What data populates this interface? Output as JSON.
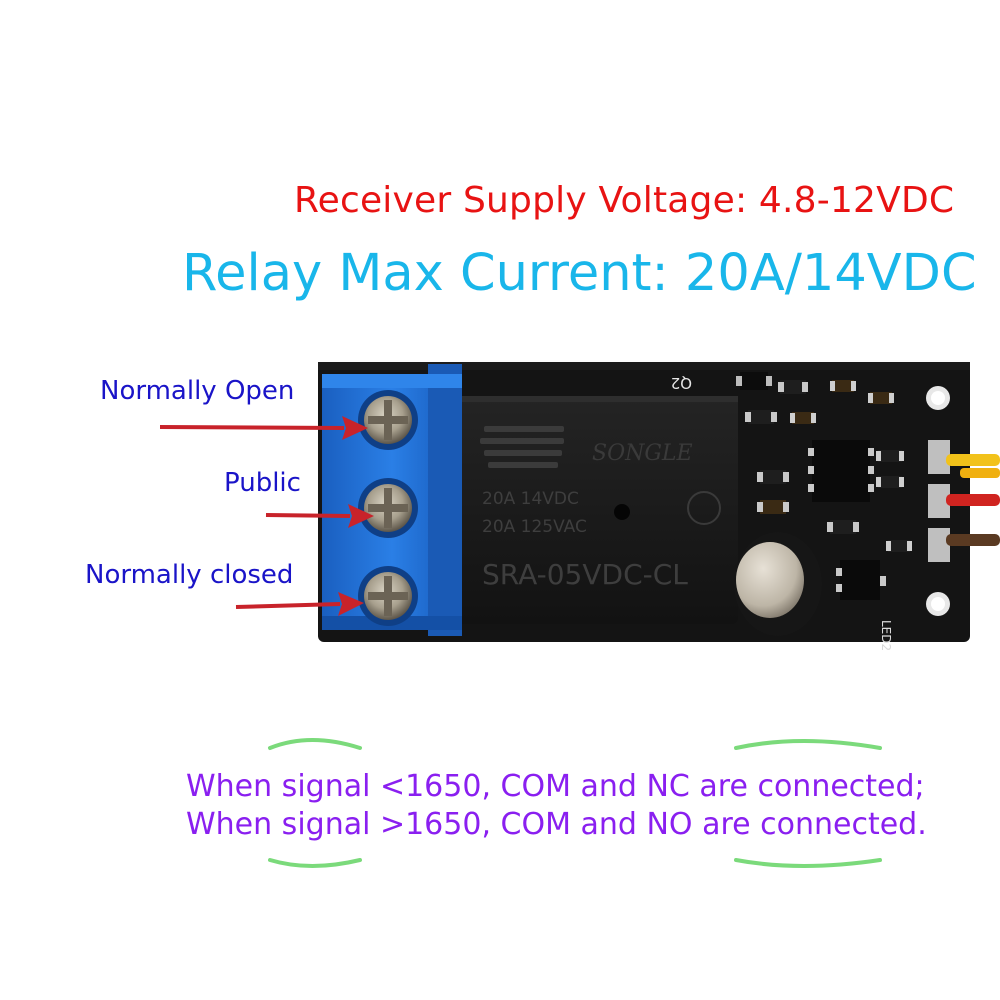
{
  "header": {
    "supply_voltage": "Receiver Supply Voltage: 4.8-12VDC",
    "max_current": "Relay Max Current: 20A/14VDC"
  },
  "terminals": {
    "normally_open": "Normally Open",
    "public": "Public",
    "normally_closed": "Normally closed"
  },
  "relay": {
    "brand": "SONGLE",
    "rating_dc": "20A 14VDC",
    "rating_ac": "20A 125VAC",
    "model": "SRA-05VDC-CL"
  },
  "board": {
    "label_q2": "Q2",
    "label_led": "LED2"
  },
  "notes": {
    "line1": "When signal <1650, COM and NC are connected;",
    "line2": "When signal >1650, COM and NO are connected."
  },
  "colors": {
    "red_text": "#e81313",
    "cyan_text": "#19b6ea",
    "blue_label": "#1a14c8",
    "purple_text": "#8a1ff0",
    "terminal_blue": "#1f6fd6",
    "pcb_black": "#141414",
    "arrow_red": "#c8232a"
  }
}
